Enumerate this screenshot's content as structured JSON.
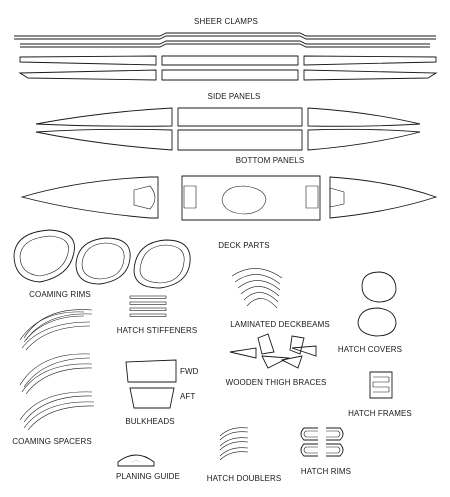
{
  "labels": {
    "sheer_clamps": "SHEER CLAMPS",
    "side_panels": "SIDE PANELS",
    "bottom_panels": "BOTTOM PANELS",
    "deck_parts": "DECK PARTS",
    "coaming_rims": "COAMING RIMS",
    "hatch_stiffeners": "HATCH STIFFENERS",
    "laminated_deckbeams": "LAMINATED DECKBEAMS",
    "hatch_covers": "HATCH COVERS",
    "fwd": "FWD",
    "aft": "AFT",
    "wooden_thigh_braces": "WOODEN THIGH BRACES",
    "hatch_frames": "HATCH FRAMES",
    "bulkheads": "BULKHEADS",
    "coaming_spacers": "COAMING SPACERS",
    "planing_guide": "PLANING GUIDE",
    "hatch_doublers": "HATCH DOUBLERS",
    "hatch_rims": "HATCH RIMS"
  }
}
